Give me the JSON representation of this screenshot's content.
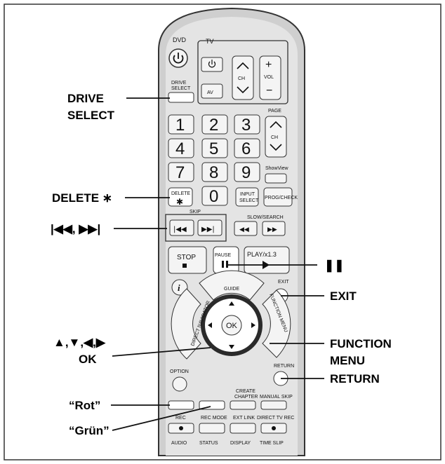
{
  "callouts": {
    "drive_select_1": "DRIVE",
    "drive_select_2": "SELECT",
    "delete": "DELETE ∗",
    "skip": "|◀◀, ▶▶|",
    "arrows": "▲,▼,◀,▶",
    "ok": "OK",
    "rot": "“Rot”",
    "gruen": "“Grün”",
    "pause": "❚❚",
    "exit": "EXIT",
    "function_1": "FUNCTION",
    "function_2": "MENU",
    "return": "RETURN"
  },
  "remote": {
    "dvd": "DVD",
    "tv": "TV",
    "vol": "VOL",
    "ch": "CH",
    "av": "AV",
    "drive_select_1": "DRIVE",
    "drive_select_2": "SELECT",
    "page": "PAGE",
    "page_ch": "CH",
    "numbers": [
      "1",
      "2",
      "3",
      "4",
      "5",
      "6",
      "7",
      "8",
      "9",
      "0"
    ],
    "showview": "ShowView",
    "delete": "DELETE",
    "input_select_1": "INPUT",
    "input_select_2": "SELECT",
    "prog_check": "PROG/CHECK",
    "skip": "SKIP",
    "slow_search": "SLOW/SEARCH",
    "stop": "STOP",
    "pause": "PAUSE",
    "play": "PLAY/x1.3",
    "exit": "EXIT",
    "guide": "GUIDE",
    "direct_navigator": "DIRECT NAVIGATOR",
    "function_menu": "FUNCTION MENU",
    "ok": "OK",
    "option": "OPTION",
    "return": "RETURN",
    "create_chapter_1": "CREATE",
    "create_chapter_2": "CHAPTER",
    "manual_skip": "MANUAL SKIP",
    "rec": "REC",
    "rec_mode": "REC MODE",
    "ext_link": "EXT LINK",
    "direct_tv_rec": "DIRECT TV REC",
    "audio": "AUDIO",
    "status": "STATUS",
    "display": "DISPLAY",
    "time_slip": "TIME SLIP"
  }
}
